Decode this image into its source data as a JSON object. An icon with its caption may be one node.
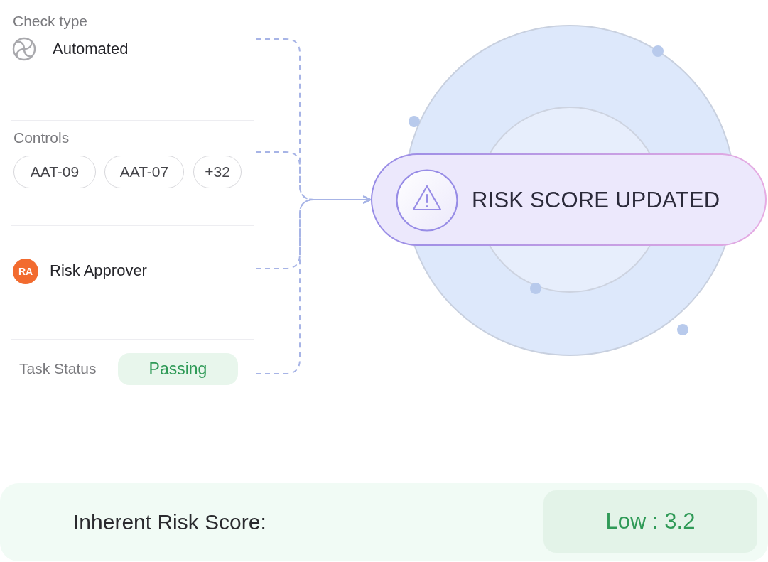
{
  "diagram": {
    "nodes": [
      {
        "text": [
          "Check type",
          "Automated"
        ]
      },
      {
        "text": [
          "Controls"
        ]
      },
      {
        "text": [
          "AAT-09"
        ],
        "in": 1
      },
      {
        "text": [
          "AAT-07"
        ],
        "in": 1
      },
      {
        "text": [
          "+32"
        ],
        "in": 1
      },
      {
        "text": [
          "Risk Approver"
        ]
      },
      {
        "text": [
          "RA"
        ],
        "in": 5
      },
      {
        "text": [
          "Task Status"
        ]
      },
      {
        "text": [
          "Passing"
        ],
        "in": 7
      },
      {
        "text": [
          "RISK SCORE UPDATED"
        ]
      },
      {
        "text": [
          "Inherent Risk Score:"
        ]
      },
      {
        "text": [
          "Low : 3.2"
        ],
        "in": 10
      }
    ],
    "edges": [
      {
        "from": 0,
        "to": 9,
        "arrow": "to",
        "style": "dashed"
      },
      {
        "from": 1,
        "to": 9,
        "arrow": "to",
        "style": "dashed"
      },
      {
        "from": 5,
        "to": 9,
        "arrow": "to",
        "style": "dashed"
      },
      {
        "from": 7,
        "to": 9,
        "arrow": "to",
        "style": "dashed"
      }
    ]
  }
}
